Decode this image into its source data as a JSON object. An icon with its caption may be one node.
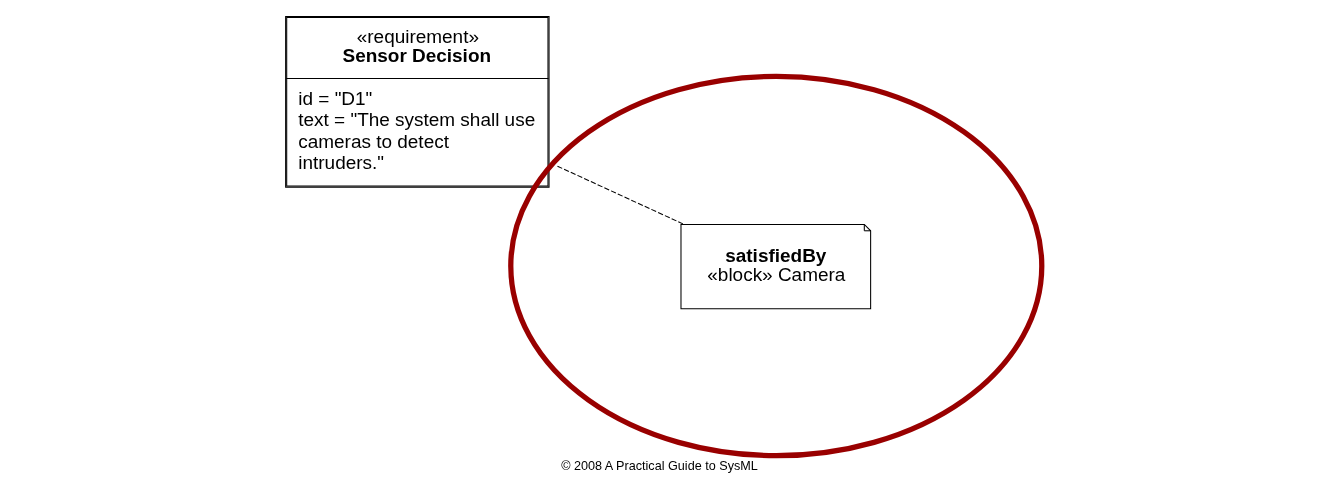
{
  "diagram": {
    "caption": "© 2008 A Practical Guide to SysML",
    "nodes": [
      {
        "text": [
          "«requirement»",
          "Sensor Decision",
          "id = \"D1\"",
          "text = \"The system shall use cameras to detect intruders.\""
        ]
      },
      {
        "text": [],
        "shape": "circle"
      },
      {
        "text": [
          "satisfiedBy",
          "«block» Camera"
        ],
        "in": 1
      }
    ],
    "edges": [
      {
        "from": 0,
        "to": 2,
        "arrow": "none",
        "style": "dashed"
      }
    ]
  }
}
